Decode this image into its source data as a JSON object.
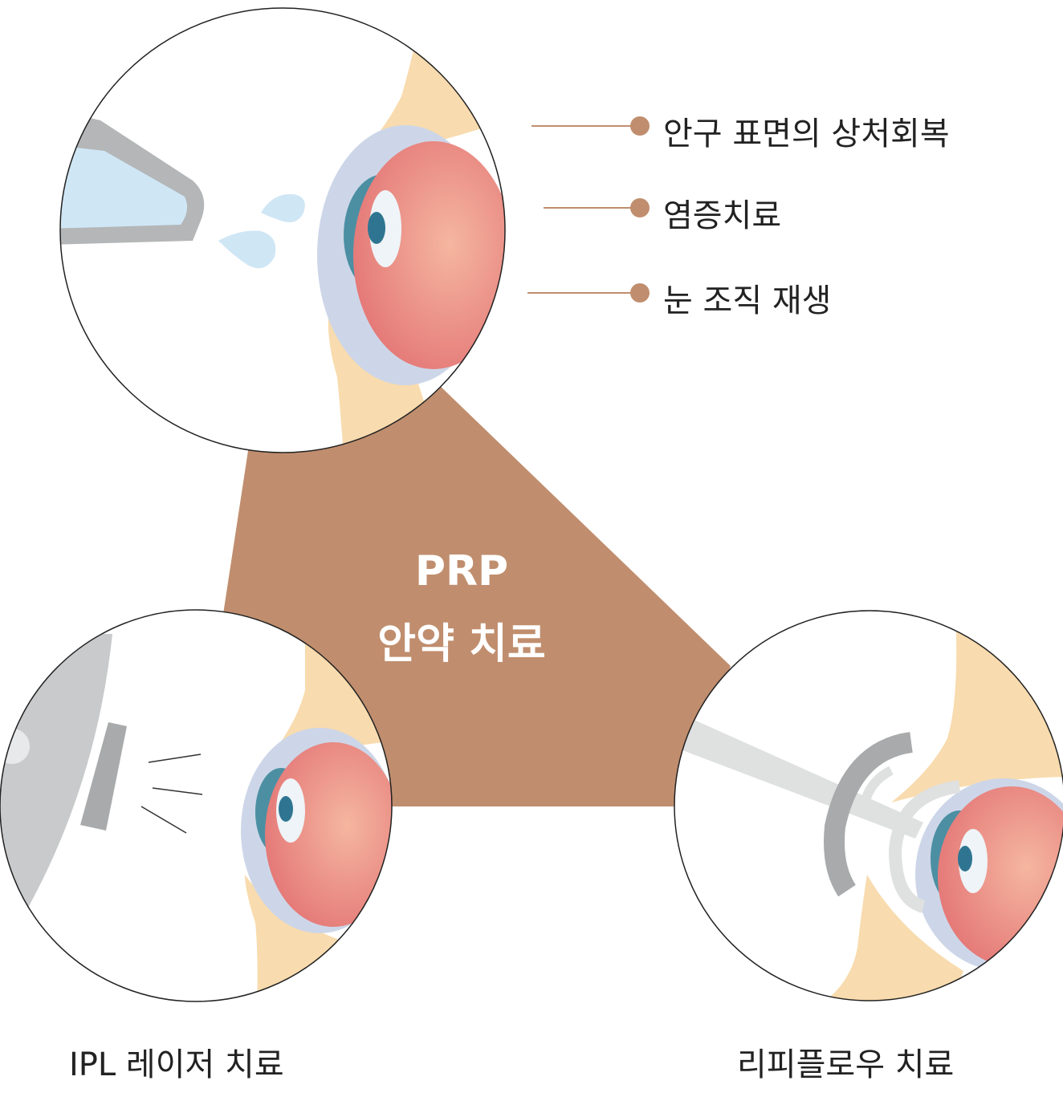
{
  "center": {
    "line1": "PRP",
    "line2": "안약 치료"
  },
  "benefits": [
    {
      "label": "안구 표면의 상처회복"
    },
    {
      "label": "염증치료"
    },
    {
      "label": "눈 조직 재생"
    }
  ],
  "captions": {
    "left": "IPL 레이저 치료",
    "right": "리피플로우 치료"
  },
  "colors": {
    "accent": "#c08e6e",
    "skin": "#f8dbae",
    "eye_outer": "#cdd6e8",
    "eye_red": "#e9857f",
    "iris": "#2f7591",
    "drop": "#cfe6f5",
    "device_gray": "#b4b6b7"
  }
}
